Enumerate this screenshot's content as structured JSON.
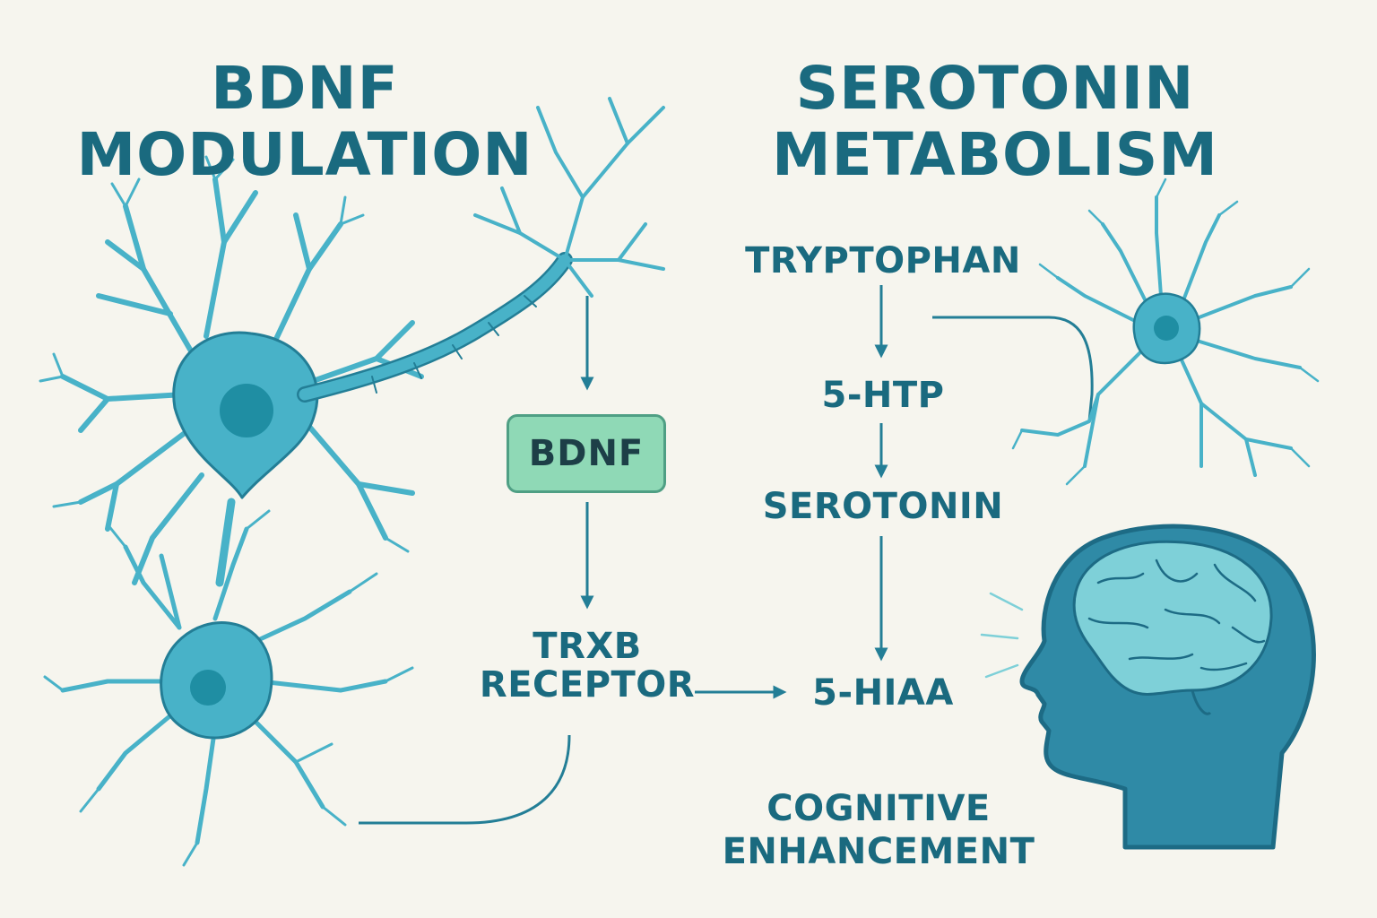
{
  "titles": {
    "left": [
      "BDNF",
      "MODULATION"
    ],
    "right": [
      "SEROTONIN",
      "METABOLISM"
    ]
  },
  "bdnf_pathway": {
    "box_label": "BDNF",
    "receptor": [
      "TRXB",
      "RECEPTOR"
    ]
  },
  "serotonin_pathway": {
    "steps": [
      "TRYPTOPHAN",
      "5-HTP",
      "SEROTONIN",
      "5-HIAA"
    ]
  },
  "outcome": [
    "COGNITIVE",
    "ENHANCEMENT"
  ],
  "colors": {
    "background": "#f6f5ee",
    "text": "#1a6a7f",
    "neuron": "#48b2c8",
    "neuron_outline": "#237e96",
    "nucleus": "#1f8ea3",
    "arrow": "#237e96",
    "box_fill": "#8fd9b6",
    "box_border": "#4f9f84",
    "head": "#2f8aa6",
    "brain": "#7ed0d8"
  }
}
